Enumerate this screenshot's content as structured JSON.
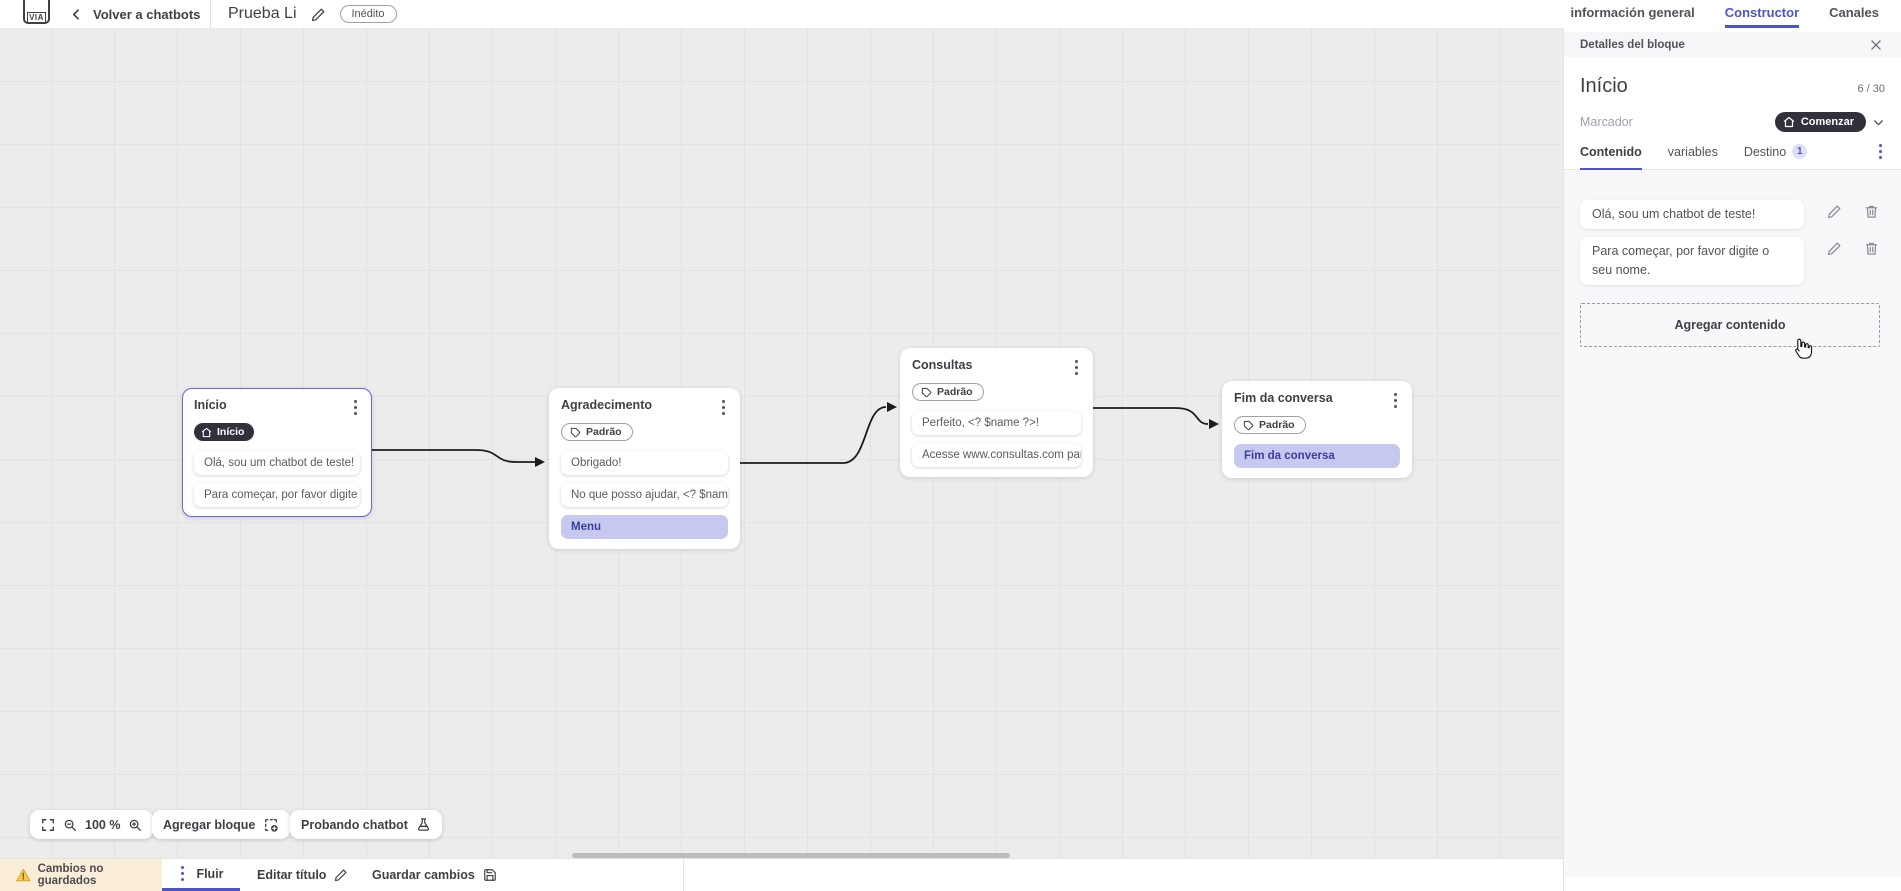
{
  "header": {
    "logo": "VIA",
    "back": {
      "label": "Volver a chatbots"
    },
    "title": "Prueba Li",
    "status": "Inédito",
    "tabs": [
      {
        "label": "información general"
      },
      {
        "label": "Constructor"
      },
      {
        "label": "Canales"
      }
    ]
  },
  "canvas": {
    "nodes": [
      {
        "title": "Início",
        "badge": "Início",
        "rows": [
          {
            "text": "Olá, sou um chatbot de teste!"
          },
          {
            "text": "Para começar, por favor digite o ..."
          }
        ]
      },
      {
        "title": "Agradecimento",
        "badge": "Padrão",
        "rows": [
          {
            "text": "Obrigado!"
          },
          {
            "text": "No que posso ajudar, <? $name ..."
          },
          {
            "text": "Menu"
          }
        ]
      },
      {
        "title": "Consultas",
        "badge": "Padrão",
        "rows": [
          {
            "text": "Perfeito, <? $name ?>!"
          },
          {
            "text": "Acesse www.consultas.com par..."
          }
        ]
      },
      {
        "title": "Fim da conversa",
        "badge": "Padrão",
        "rows": [
          {
            "text": "Fim da conversa"
          }
        ]
      }
    ],
    "controls": {
      "zoom_level": "100 %",
      "add_block": "Agregar bloque",
      "test_chatbot": "Probando chatbot"
    }
  },
  "panel": {
    "header": "Detalles del bloque",
    "block_name": "Início",
    "counter": "6 / 30",
    "marker_label": "Marcador",
    "marker_value": "Comenzar",
    "tabs": [
      {
        "label": "Contenido"
      },
      {
        "label": "variables"
      },
      {
        "label": "Destino",
        "badge": "1"
      }
    ],
    "contents": [
      {
        "text": "Olá, sou um chatbot de teste!"
      },
      {
        "text": "Para começar, por favor digite o seu nome."
      }
    ],
    "add_content": "Agregar contenido"
  },
  "footer": {
    "unsaved": "Cambios no guardados",
    "flow_tab": "Fluir",
    "edit_title": "Editar título",
    "save": "Guardar cambios"
  },
  "colors": {
    "accent": "#4d54c8",
    "selected_border": "#6466e9",
    "dark_pill": "#31313c",
    "menu_row_bg": "#c6c8f0",
    "warning": "#efb12f",
    "canvas_bg": "#ececec",
    "unsaved_bg": "#fbeed8"
  }
}
